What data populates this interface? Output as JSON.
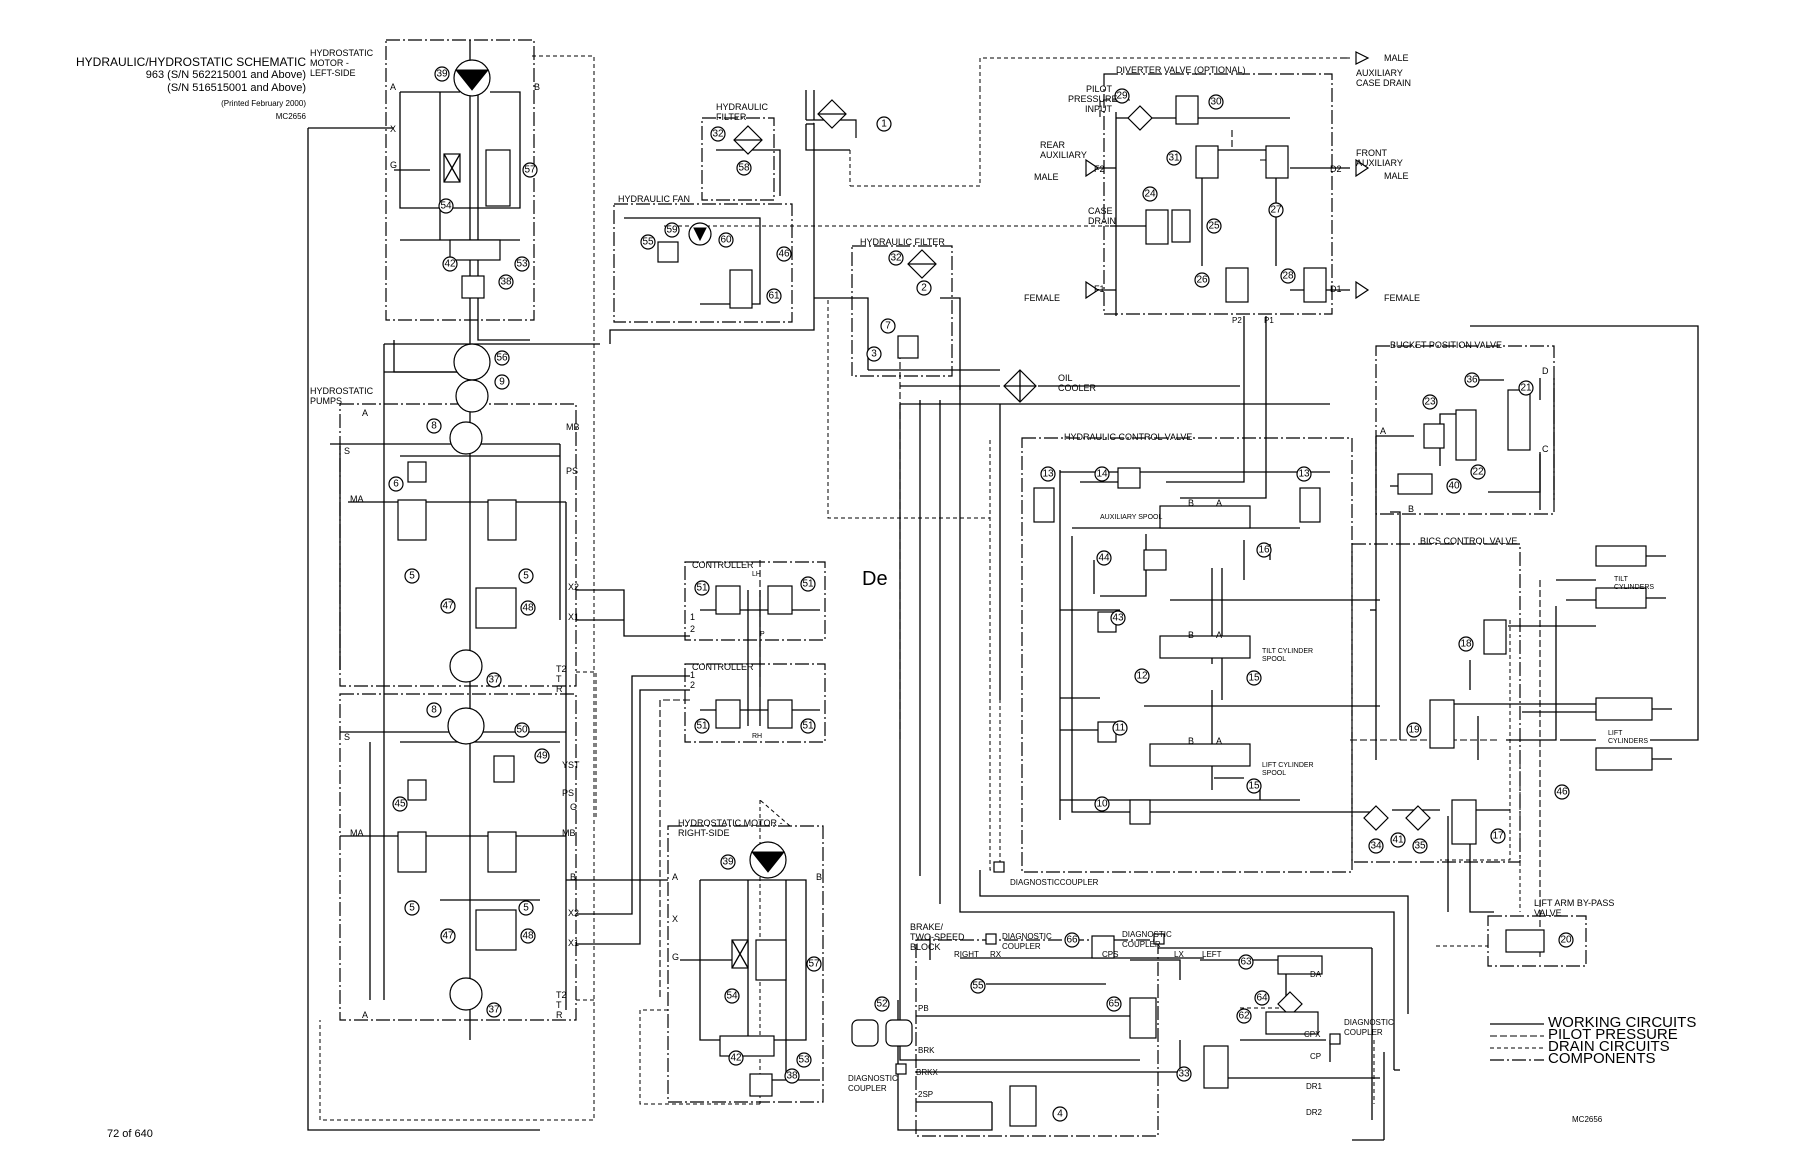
{
  "header": {
    "title_line1": "HYDRAULIC/HYDROSTATIC SCHEMATIC",
    "title_line2": "963 (S/N 562215001 and Above)",
    "title_line3": "(S/N 516515001 and Above)",
    "printed": "(Printed February 2000)",
    "code": "MC2656"
  },
  "footer": {
    "page": "72 of 640",
    "code": "MC2656"
  },
  "stray_text": "De",
  "components": {
    "hydrostatic_motor_left": "HYDROSTATIC MOTOR - LEFT-SIDE",
    "hydrostatic_motor_right": "HYDROSTATIC MOTOR - RIGHT-SIDE",
    "hydrostatic_pumps": "HYDROSTATIC PUMPS",
    "hydraulic_filter_top": "HYDRAULIC FILTER",
    "hydraulic_fan": "HYDRAULIC FAN",
    "hydraulic_filter_mid": "HYDRAULIC FILTER",
    "diverter_valve": "DIVERTER VALVE (OPTIONAL)",
    "pilot_pressure_input": "PILOT PRESSURE INPUT",
    "rear_auxiliary": "REAR AUXILIARY",
    "front_auxiliary": "FRONT AUXILIARY",
    "auxiliary_case_drain": "AUXILIARY CASE DRAIN",
    "case_drain": "CASE DRAIN",
    "male": "MALE",
    "female": "FEMALE",
    "oil_cooler": "OIL COOLER",
    "hydraulic_control_valve": "HYDRAULIC CONTROL VALVE",
    "auxiliary_spool": "AUXILIARY SPOOL",
    "tilt_cylinder_spool": "TILT CYLINDER SPOOL",
    "lift_cylinder_spool": "LIFT CYLINDER SPOOL",
    "bucket_position_valve": "BUCKET POSITION VALVE",
    "bics_control_valve": "BICS CONTROL VALVE",
    "tilt_cylinders": "TILT CYLINDERS",
    "lift_cylinders": "LIFT CYLINDERS",
    "controller": "CONTROLLER",
    "diagnostic_coupler": "DIAGNOSTIC COUPLER",
    "diagnosticcoupler": "DIAGNOSTICCOUPLER",
    "brake_block": "BRAKE/ TWO-SPEED BLOCK",
    "lift_arm_bypass": "LIFT ARM BY-PASS VALVE"
  },
  "ports": [
    "A",
    "B",
    "X",
    "G",
    "MA",
    "MB",
    "S",
    "PS",
    "YST",
    "T",
    "T2",
    "R",
    "LH",
    "RH",
    "P",
    "1",
    "2",
    "F1",
    "F2",
    "D1",
    "D2",
    "P1",
    "P2",
    "C",
    "D",
    "RIGHT",
    "RX",
    "LX",
    "LEFT",
    "CPS",
    "DA",
    "CPX",
    "CP",
    "DR1",
    "DR2",
    "PB",
    "BRK",
    "BRKX",
    "2SP",
    "X1",
    "X2"
  ],
  "legend": {
    "working": "WORKING CIRCUITS",
    "pilot": "PILOT PRESSURE",
    "drain": "DRAIN CIRCUITS",
    "components": "COMPONENTS"
  }
}
